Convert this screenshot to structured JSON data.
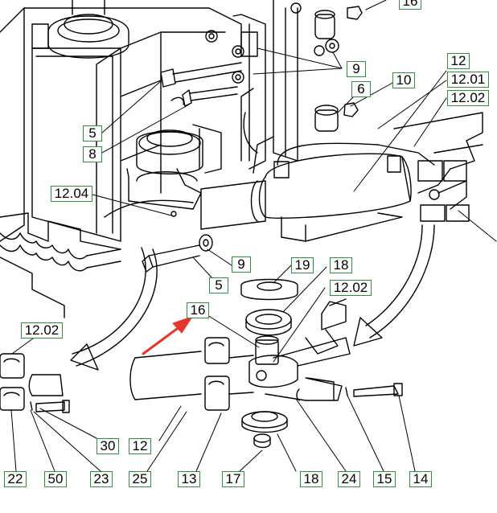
{
  "colors": {
    "line": "#000000",
    "label_border": "#2f8f3f",
    "label_fill": "#ffffff",
    "pointer_arrow": "#e8352b"
  },
  "labels": {
    "l16_top": "16",
    "l9_upper": "9",
    "l6": "6",
    "l10": "10",
    "l12_top": "12",
    "l12_01": "12.01",
    "l12_02_top": "12.02",
    "l5_upper": "5",
    "l8": "8",
    "l12_04": "12.04",
    "l9_lower": "9",
    "l5_lower": "5",
    "l19": "19",
    "l18_upper": "18",
    "l12_02_mid": "12.02",
    "l16_mid": "16",
    "l12_02_left": "12.02",
    "l30": "30",
    "l12_bottom": "12",
    "l22": "22",
    "l50": "50",
    "l23": "23",
    "l25": "25",
    "l13": "13",
    "l17": "17",
    "l18_lower": "18",
    "l24": "24",
    "l15": "15",
    "l14": "14"
  }
}
